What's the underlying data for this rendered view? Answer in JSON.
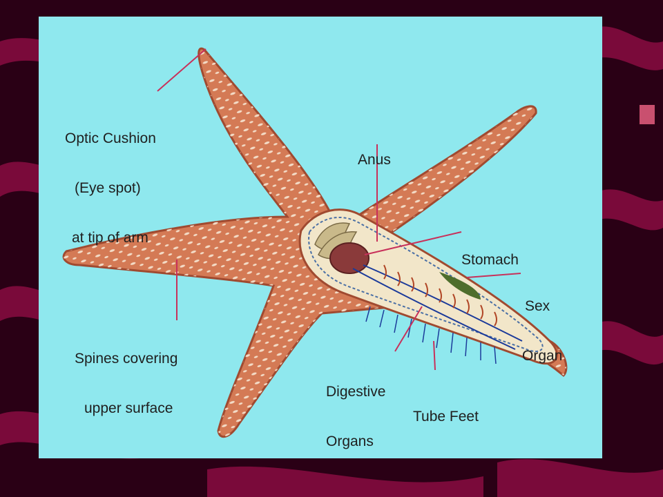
{
  "colors": {
    "slide_background": "#2a0015",
    "slide_wave": "#7a0a3a",
    "panel_background": "#8fe8ee",
    "starfish_body": "#d47a55",
    "starfish_outline": "#a04a30",
    "spine_dots": "#f6e6d2",
    "interior": "#f2e6c9",
    "stomach": "#8a3a3a",
    "vessels": "#1b3a9a",
    "digestive_glands": "#b04525",
    "sex_organ": "#4e6e2c",
    "leader_lines": "#c8305a"
  },
  "labels": {
    "optic_cushion": {
      "line1": "Optic Cushion",
      "line2": "(Eye spot)",
      "line3": "at tip of arm"
    },
    "anus": {
      "line1": "Anus"
    },
    "stomach": {
      "line1": "Stomach"
    },
    "sex_organ": {
      "line1": "Sex",
      "line2": "Organ"
    },
    "spines": {
      "line1": "Spines covering",
      "line2": "upper surface"
    },
    "digestive_organs": {
      "line1": "Digestive",
      "line2": "Organs"
    },
    "tube_feet": {
      "line1": "Tube Feet"
    }
  },
  "decorative_mark": "bullet-square"
}
